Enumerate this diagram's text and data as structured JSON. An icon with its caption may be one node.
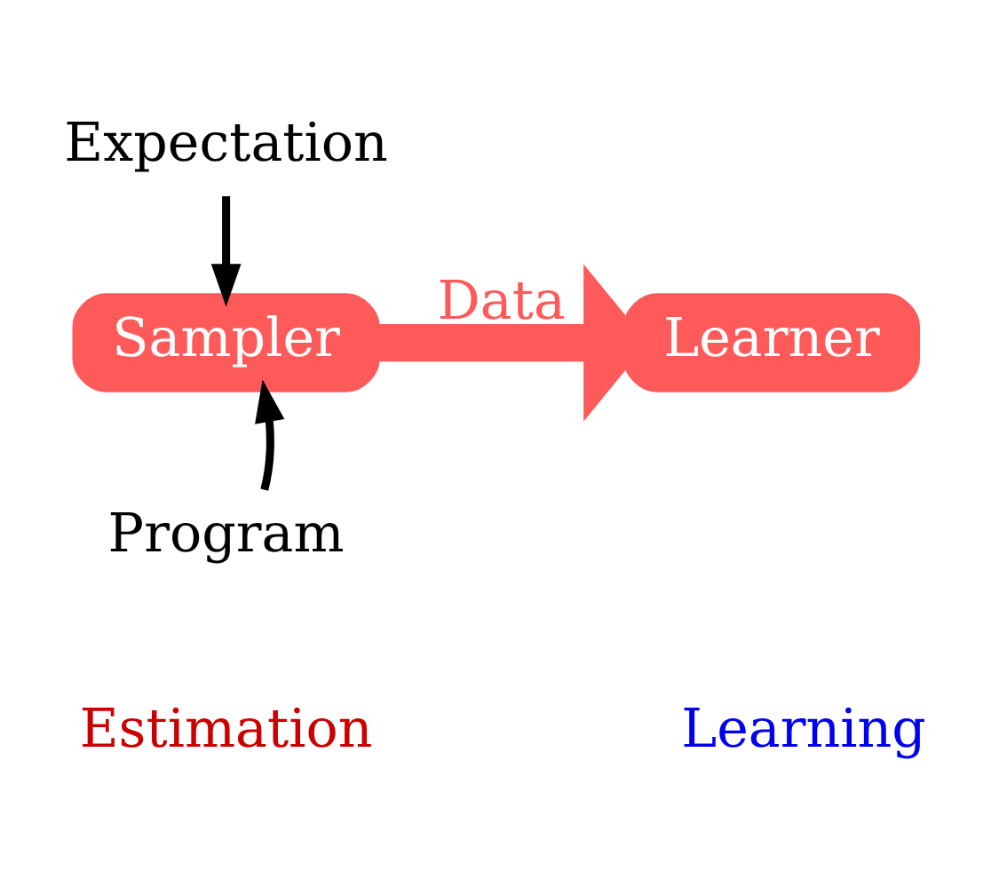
{
  "diagram": {
    "nodes": [
      {
        "text": [
          "Expectation"
        ]
      },
      {
        "text": [
          "Sampler"
        ]
      },
      {
        "text": [
          "Program"
        ]
      },
      {
        "text": [
          "Learner"
        ]
      }
    ],
    "edges": [
      {
        "from": 0,
        "to": 1,
        "arrow": "to"
      },
      {
        "from": 2,
        "to": 1,
        "arrow": "to"
      },
      {
        "from": 1,
        "to": 3,
        "arrow": "to",
        "label": "Data",
        "style": "thick",
        "color": "#ff5a5a"
      }
    ],
    "labels": [
      "Estimation",
      "Learning"
    ]
  }
}
